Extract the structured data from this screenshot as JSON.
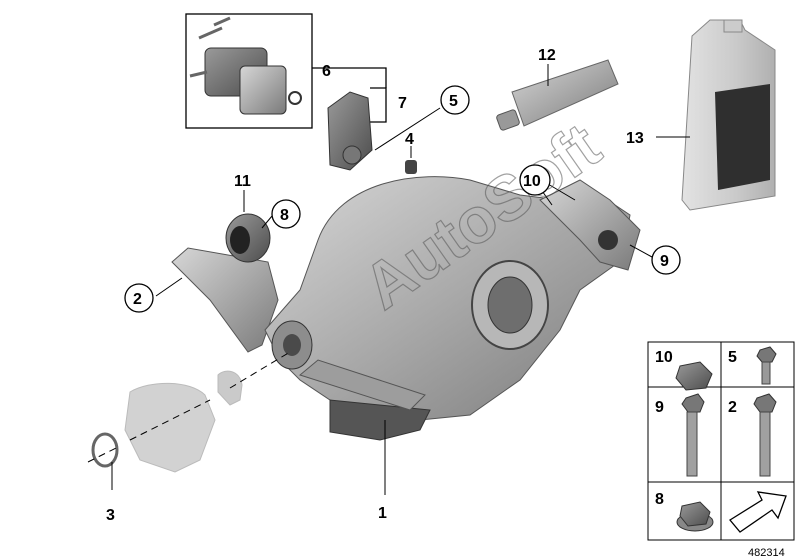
{
  "diagram": {
    "callouts": [
      {
        "num": "1",
        "circled": false
      },
      {
        "num": "2",
        "circled": true
      },
      {
        "num": "3",
        "circled": false
      },
      {
        "num": "4",
        "circled": false
      },
      {
        "num": "5",
        "circled": true
      },
      {
        "num": "6",
        "circled": false
      },
      {
        "num": "7",
        "circled": false
      },
      {
        "num": "8",
        "circled": true
      },
      {
        "num": "9",
        "circled": true
      },
      {
        "num": "10",
        "circled": true
      },
      {
        "num": "11",
        "circled": false
      },
      {
        "num": "12",
        "circled": false
      },
      {
        "num": "13",
        "circled": false
      }
    ],
    "parts_table": {
      "cells": [
        "10",
        "5",
        "9",
        "2",
        "8"
      ]
    },
    "reference_number": "482314",
    "watermark": "AutoSoft"
  }
}
